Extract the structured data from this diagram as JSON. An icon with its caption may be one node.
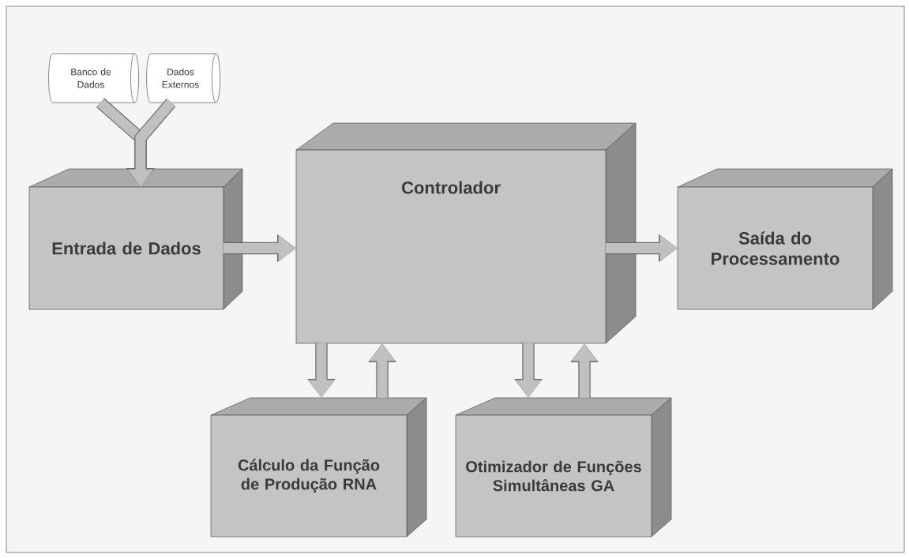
{
  "diagram": {
    "nodes": [
      {
        "text": [
          "Banco de Dados"
        ]
      },
      {
        "text": [
          "Dados Externos"
        ]
      },
      {
        "text": [
          "Entrada de Dados"
        ]
      },
      {
        "text": [
          "Controlador"
        ]
      },
      {
        "text": [
          "Saída do Processamento"
        ]
      },
      {
        "text": [
          "Cálculo da Função de Produção RNA"
        ]
      },
      {
        "text": [
          "Otimizador de Funções Simultâneas GA"
        ]
      }
    ],
    "edges": [
      {
        "from": 0,
        "to": 2,
        "arrow": "to"
      },
      {
        "from": 1,
        "to": 2,
        "arrow": "to"
      },
      {
        "from": 2,
        "to": 3,
        "arrow": "to"
      },
      {
        "from": 3,
        "to": 4,
        "arrow": "to"
      },
      {
        "from": 3,
        "to": 5,
        "arrow": "to"
      },
      {
        "from": 5,
        "to": 3,
        "arrow": "to"
      },
      {
        "from": 3,
        "to": 6,
        "arrow": "to"
      },
      {
        "from": 6,
        "to": 3,
        "arrow": "to"
      }
    ]
  }
}
